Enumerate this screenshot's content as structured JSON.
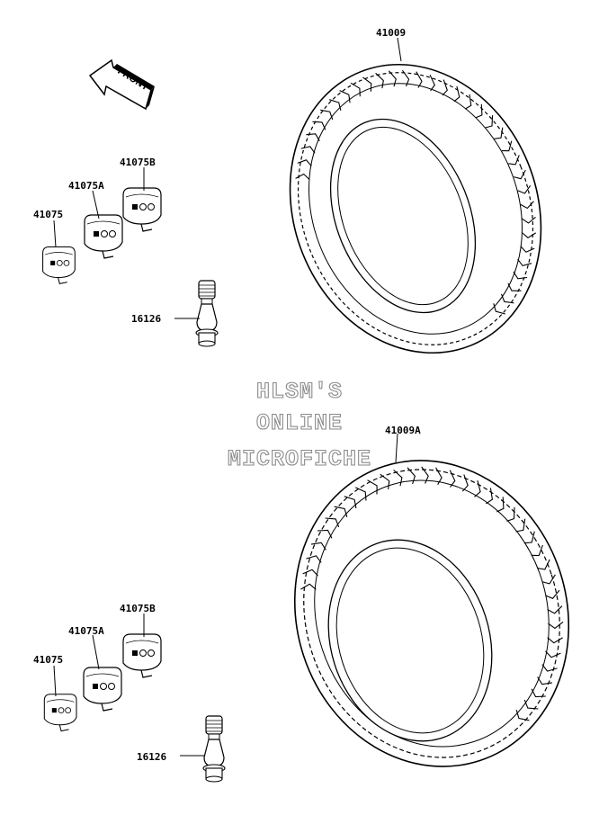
{
  "front_label": "FRONT",
  "watermark": [
    "HLSM'S",
    "ONLINE",
    "MICROFICHE"
  ],
  "parts": {
    "tire_top": "41009",
    "tire_bottom": "41009A",
    "weight_b_top": "41075B",
    "weight_a_top": "41075A",
    "weight_top": "41075",
    "valve_top": "16126",
    "weight_b_bottom": "41075B",
    "weight_a_bottom": "41075A",
    "weight_bottom": "41075",
    "valve_bottom": "16126"
  }
}
